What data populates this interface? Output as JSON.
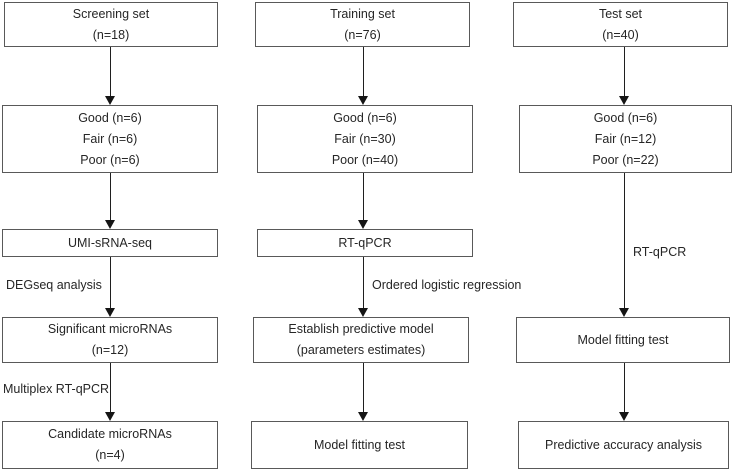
{
  "diagram": {
    "type": "flowchart",
    "colors": {
      "background": "#ffffff",
      "box_border": "#595959",
      "arrow": "#1f1f1f",
      "text": "#262626"
    },
    "columns": [
      {
        "name": "screening",
        "boxes": [
          {
            "lines": [
              "Screening set",
              "(n=18)"
            ]
          },
          {
            "lines": [
              "Good (n=6)",
              "Fair (n=6)",
              "Poor (n=6)"
            ]
          },
          {
            "lines": [
              "UMI-sRNA-seq"
            ]
          },
          {
            "lines": [
              "Significant microRNAs",
              "(n=12)"
            ]
          },
          {
            "lines": [
              "Candidate microRNAs",
              "(n=4)"
            ]
          }
        ],
        "arrow_labels": [
          {
            "text": "DEGseq analysis"
          },
          {
            "text": "Multiplex RT-qPCR"
          }
        ]
      },
      {
        "name": "training",
        "boxes": [
          {
            "lines": [
              "Training set",
              "(n=76)"
            ]
          },
          {
            "lines": [
              "Good (n=6)",
              "Fair (n=30)",
              "Poor (n=40)"
            ]
          },
          {
            "lines": [
              "RT-qPCR"
            ]
          },
          {
            "lines": [
              "Establish predictive model",
              "(parameters estimates)"
            ]
          },
          {
            "lines": [
              "Model fitting test"
            ]
          }
        ],
        "arrow_labels": [
          {
            "text": "Ordered logistic regression"
          }
        ]
      },
      {
        "name": "test",
        "boxes": [
          {
            "lines": [
              "Test set",
              "(n=40)"
            ]
          },
          {
            "lines": [
              "Good (n=6)",
              "Fair (n=12)",
              "Poor (n=22)"
            ]
          },
          {
            "lines": [
              "Model fitting test"
            ]
          },
          {
            "lines": [
              "Predictive accuracy analysis"
            ]
          }
        ],
        "arrow_labels": [
          {
            "text": "RT-qPCR"
          }
        ]
      }
    ]
  }
}
